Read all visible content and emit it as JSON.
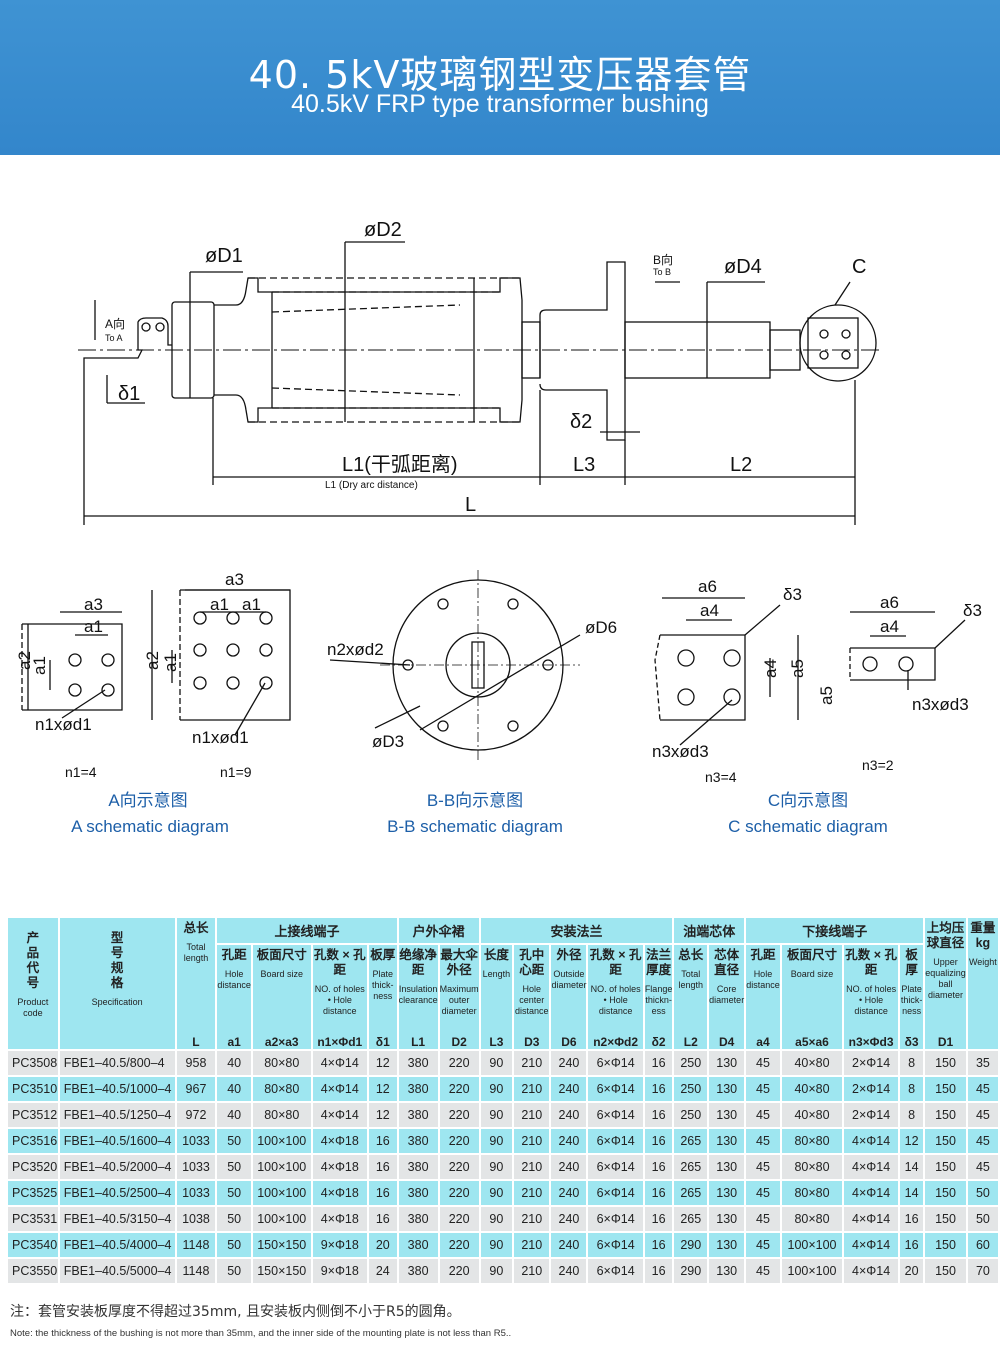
{
  "header": {
    "title_cn": "40. 5kV玻璃钢型变压器套管",
    "title_en": "40.5kV FRP type transformer bushing"
  },
  "drawing": {
    "d1": "øD1",
    "d2": "øD2",
    "d4": "øD4",
    "c": "C",
    "b_dir": "B向",
    "to_b": "To B",
    "a_dir": "A向",
    "to_a": "To A",
    "delta1": "δ1",
    "delta2": "δ2",
    "l1_cn": "L1(干弧距离)",
    "l1_en": "L1 (Dry arc distance)",
    "l3": "L3",
    "l2": "L2",
    "l": "L"
  },
  "schematics": {
    "a": {
      "a3": "a3",
      "a1": "a1",
      "a2": "a2",
      "n1d1": "n1xød1",
      "n1_4": "n1=4",
      "n1_9": "n1=9",
      "caption_cn": "A向示意图",
      "caption_en": "A  schematic diagram"
    },
    "b": {
      "n2d2": "n2xød2",
      "d6": "øD6",
      "d3": "øD3",
      "caption_cn": "B-B向示意图",
      "caption_en": "B-B  schematic diagram"
    },
    "c": {
      "a6": "a6",
      "a4": "a4",
      "delta3": "δ3",
      "a5": "a5",
      "n3d3": "n3xød3",
      "n3_4": "n3=4",
      "n3_2": "n3=2",
      "caption_cn": "C向示意图",
      "caption_en": "C  schematic diagram"
    }
  },
  "table": {
    "groups": [
      "上接线端子",
      "户外伞裙",
      "安装法兰",
      "油端芯体",
      "下接线端子"
    ],
    "columns": [
      {
        "cn": "产品代号",
        "en": "Product code",
        "sym": ""
      },
      {
        "cn": "型号规格",
        "en": "Specification",
        "sym": ""
      },
      {
        "cn": "总长",
        "en": "Total length",
        "sym": "L"
      },
      {
        "cn": "孔距",
        "en": "Hole distance",
        "sym": "a1"
      },
      {
        "cn": "板面尺寸",
        "en": "Board size",
        "sym": "a2×a3"
      },
      {
        "cn": "孔数 × 孔距",
        "en": "NO. of holes • Hole distance",
        "sym": "n1×Φd1"
      },
      {
        "cn": "板厚",
        "en": "Plate thick-ness",
        "sym": "δ1"
      },
      {
        "cn": "绝缘净距",
        "en": "Insulation clearance",
        "sym": "L1"
      },
      {
        "cn": "最大伞外径",
        "en": "Maximum outer diameter",
        "sym": "D2"
      },
      {
        "cn": "长度",
        "en": "Length",
        "sym": "L3"
      },
      {
        "cn": "孔中心距",
        "en": "Hole center distance",
        "sym": "D3"
      },
      {
        "cn": "外径",
        "en": "Outside diameter",
        "sym": "D6"
      },
      {
        "cn": "孔数 × 孔距",
        "en": "NO. of holes • Hole distance",
        "sym": "n2×Φd2"
      },
      {
        "cn": "法兰厚度",
        "en": "Flange thickn-ess",
        "sym": "δ2"
      },
      {
        "cn": "总长",
        "en": "Total length",
        "sym": "L2"
      },
      {
        "cn": "芯体直径",
        "en": "Core diameter",
        "sym": "D4"
      },
      {
        "cn": "孔距",
        "en": "Hole distance",
        "sym": "a4"
      },
      {
        "cn": "板面尺寸",
        "en": "Board size",
        "sym": "a5×a6"
      },
      {
        "cn": "孔数 × 孔距",
        "en": "NO. of holes • Hole distance",
        "sym": "n3×Φd3"
      },
      {
        "cn": "板厚",
        "en": "Plate thick-ness",
        "sym": "δ3"
      },
      {
        "cn": "上均压球直径",
        "en": "Upper equalizing ball diameter",
        "sym": "D1"
      },
      {
        "cn": "重量 kg",
        "en": "Weight",
        "sym": ""
      }
    ],
    "rows": [
      [
        "PC3508",
        "FBE1–40.5/800–4",
        "958",
        "40",
        "80×80",
        "4×Φ14",
        "12",
        "380",
        "220",
        "90",
        "210",
        "240",
        "6×Φ14",
        "16",
        "250",
        "130",
        "45",
        "40×80",
        "2×Φ14",
        "8",
        "150",
        "35"
      ],
      [
        "PC3510",
        "FBE1–40.5/1000–4",
        "967",
        "40",
        "80×80",
        "4×Φ14",
        "12",
        "380",
        "220",
        "90",
        "210",
        "240",
        "6×Φ14",
        "16",
        "250",
        "130",
        "45",
        "40×80",
        "2×Φ14",
        "8",
        "150",
        "45"
      ],
      [
        "PC3512",
        "FBE1–40.5/1250–4",
        "972",
        "40",
        "80×80",
        "4×Φ14",
        "12",
        "380",
        "220",
        "90",
        "210",
        "240",
        "6×Φ14",
        "16",
        "250",
        "130",
        "45",
        "40×80",
        "2×Φ14",
        "8",
        "150",
        "45"
      ],
      [
        "PC3516",
        "FBE1–40.5/1600–4",
        "1033",
        "50",
        "100×100",
        "4×Φ18",
        "16",
        "380",
        "220",
        "90",
        "210",
        "240",
        "6×Φ14",
        "16",
        "265",
        "130",
        "45",
        "80×80",
        "4×Φ14",
        "12",
        "150",
        "45"
      ],
      [
        "PC3520",
        "FBE1–40.5/2000–4",
        "1033",
        "50",
        "100×100",
        "4×Φ18",
        "16",
        "380",
        "220",
        "90",
        "210",
        "240",
        "6×Φ14",
        "16",
        "265",
        "130",
        "45",
        "80×80",
        "4×Φ14",
        "14",
        "150",
        "45"
      ],
      [
        "PC3525",
        "FBE1–40.5/2500–4",
        "1033",
        "50",
        "100×100",
        "4×Φ18",
        "16",
        "380",
        "220",
        "90",
        "210",
        "240",
        "6×Φ14",
        "16",
        "265",
        "130",
        "45",
        "80×80",
        "4×Φ14",
        "14",
        "150",
        "50"
      ],
      [
        "PC3531",
        "FBE1–40.5/3150–4",
        "1038",
        "50",
        "100×100",
        "4×Φ18",
        "16",
        "380",
        "220",
        "90",
        "210",
        "240",
        "6×Φ14",
        "16",
        "265",
        "130",
        "45",
        "80×80",
        "4×Φ14",
        "16",
        "150",
        "50"
      ],
      [
        "PC3540",
        "FBE1–40.5/4000–4",
        "1148",
        "50",
        "150×150",
        "9×Φ18",
        "20",
        "380",
        "220",
        "90",
        "210",
        "240",
        "6×Φ14",
        "16",
        "290",
        "130",
        "45",
        "100×100",
        "4×Φ14",
        "16",
        "150",
        "60"
      ],
      [
        "PC3550",
        "FBE1–40.5/5000–4",
        "1148",
        "50",
        "150×150",
        "9×Φ18",
        "24",
        "380",
        "220",
        "90",
        "210",
        "240",
        "6×Φ14",
        "16",
        "290",
        "130",
        "45",
        "100×100",
        "4×Φ14",
        "20",
        "150",
        "70"
      ]
    ]
  },
  "notes": {
    "cn": "注：套管安装板厚度不得超过35mm, 且安装板内侧倒不小于R5的圆角。",
    "en": "Note: the thickness of the bushing is not more than 35mm, and the inner side of the mounting plate is not less than R5.."
  },
  "colors": {
    "header": "#3a8ccf",
    "table_cyan": "#9ee6f0",
    "table_grey": "#e3e5e6",
    "caption": "#1d5fa8"
  }
}
